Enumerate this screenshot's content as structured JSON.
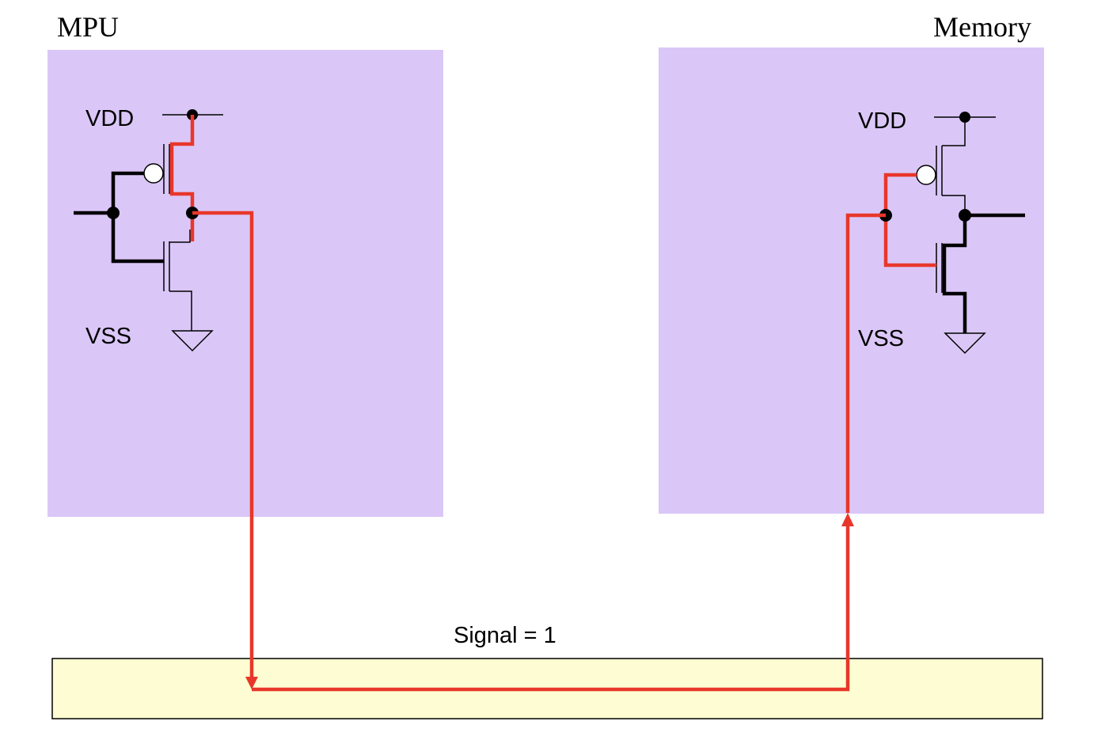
{
  "mpu": {
    "title": "MPU",
    "vdd_label": "VDD",
    "vss_label": "VSS"
  },
  "memory": {
    "title": "Memory",
    "vdd_label": "VDD",
    "vss_label": "VSS"
  },
  "bus": {
    "label": "Signal = 1"
  },
  "colors": {
    "block_fill": "#dac7f7",
    "bus_fill": "#fdfcd2",
    "signal": "#e8372a",
    "wire": "#000000"
  }
}
